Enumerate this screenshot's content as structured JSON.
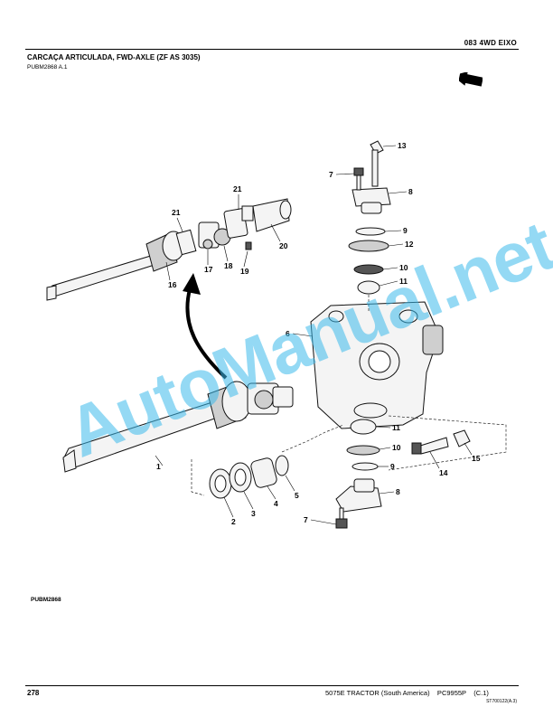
{
  "header": {
    "section": "083  4WD  EIXO",
    "title": "CARCAÇA ARTICULADA, FWD-AXLE (ZF AS 3035)",
    "ref": "PUBM2868 A.1"
  },
  "figure": {
    "code": "PUBM2868",
    "callouts": [
      "1",
      "2",
      "3",
      "4",
      "5",
      "6",
      "7",
      "8",
      "9",
      "10",
      "11",
      "12",
      "13",
      "14",
      "15",
      "16",
      "17",
      "18",
      "19",
      "20",
      "21"
    ]
  },
  "watermark": "AutoManual.net",
  "footer": {
    "page": "278",
    "model": "5075E TRACTOR (South America)    PC9955P    (C.1)",
    "code": "ST700122(A.3)"
  },
  "icons": {
    "nav": "arrow-left-icon"
  }
}
